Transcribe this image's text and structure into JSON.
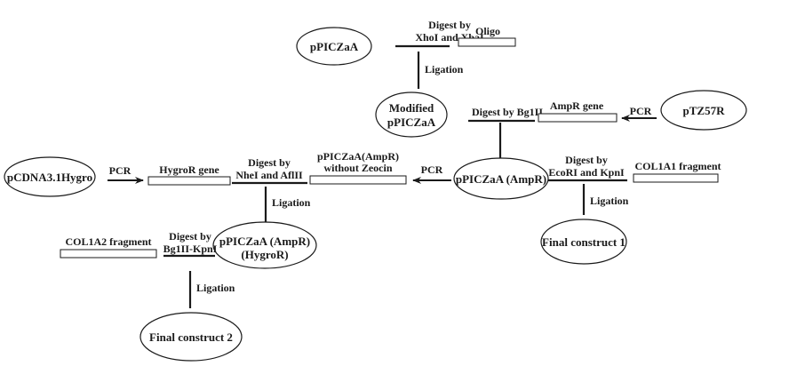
{
  "diagram": {
    "type": "cloning-workflow",
    "nodes": {
      "ppiczaa": "pPICZaA",
      "modified_1": "Modified",
      "modified_2": "pPICZaA",
      "ptz57r": "pTZ57R",
      "ppiczaa_ampr": "pPICZaA (AmpR)",
      "pcdna": "pCDNA3.1Hygro",
      "ppiczaa_ampr_hygror_1": "pPICZaA (AmpR)",
      "ppiczaa_ampr_hygror_2": "(HygroR)",
      "final1": "Final construct 1",
      "final2": "Final construct 2"
    },
    "fragments": {
      "oligo": "Oligo",
      "ampr_gene": "AmpR gene",
      "col1a1": "COL1A1 fragment",
      "hygror_gene": "HygroR gene",
      "ppiczaa_ampr_noz_1": "pPICZaA(AmpR)",
      "ppiczaa_ampr_noz_2": "without Zeocin",
      "col1a2": "COL1A2 fragment"
    },
    "steps": {
      "digest_xho_1": "Digest by",
      "digest_xho_2": "XhoI and XbaI",
      "ligation_1": "Ligation",
      "digest_bgl": "Digest by Bg1II",
      "pcr_ampr": "PCR",
      "digest_eco_1": "Digest by",
      "digest_eco_2": "EcoRI and KpnI",
      "ligation_2": "Ligation",
      "pcr_hygro": "PCR",
      "digest_nhe_1": "Digest by",
      "digest_nhe_2": "NheI and AflII",
      "pcr_noz": "PCR",
      "ligation_3": "Ligation",
      "digest_bgkp_1": "Digest by",
      "digest_bgkp_2": "Bg1II-KpnI",
      "ligation_4": "Ligation"
    },
    "colors": {
      "ink": "#1a1a1a",
      "background": "#ffffff"
    }
  }
}
